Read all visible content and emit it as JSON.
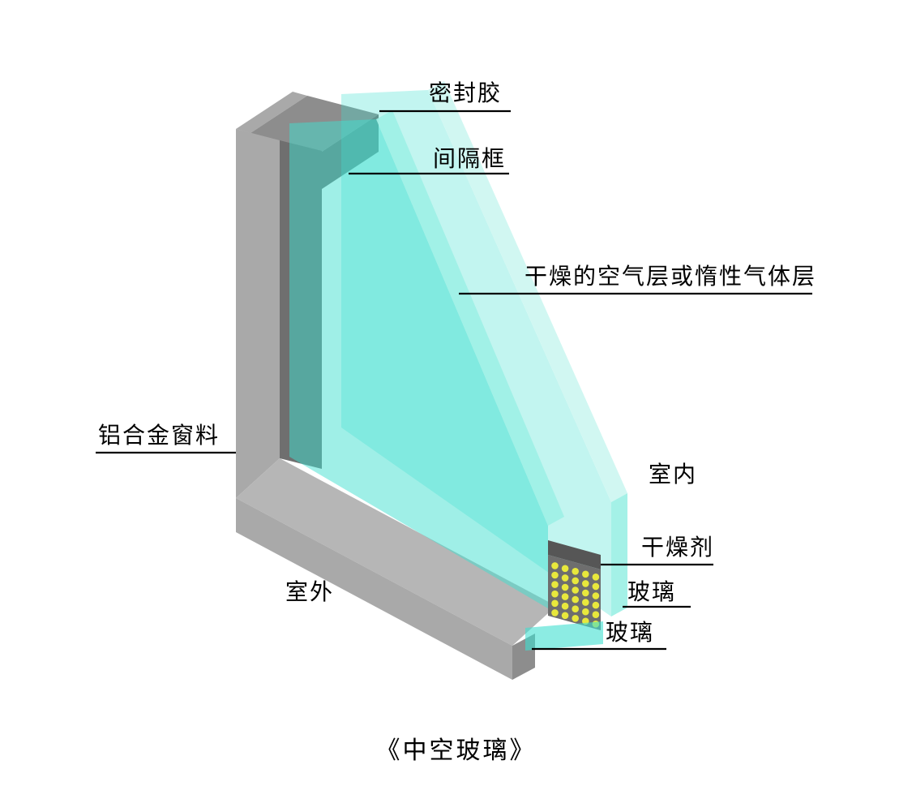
{
  "title": "《中空玻璃》",
  "labels": {
    "sealant": "密封胶",
    "spacer_frame": "间隔框",
    "air_layer": "干燥的空气层或惰性气体层",
    "frame_material": "铝合金窗料",
    "indoor": "室内",
    "outdoor": "室外",
    "desiccant": "干燥剂",
    "glass_upper": "玻璃",
    "glass_lower": "玻璃"
  },
  "colors": {
    "glass": "#40e0d0",
    "glass_edge": "#cdf6f1",
    "glass_edge_strong": "#9ff0e6",
    "frame_light": "#a9a9a9",
    "frame_mid": "#8d8d8d",
    "frame_top": "#b6b6b6",
    "frame_dark": "#6f6f6f",
    "spacer_dark": "#565656",
    "desiccant_bg": "#6e6e6e",
    "desiccant_dot": "#e8e83c"
  }
}
